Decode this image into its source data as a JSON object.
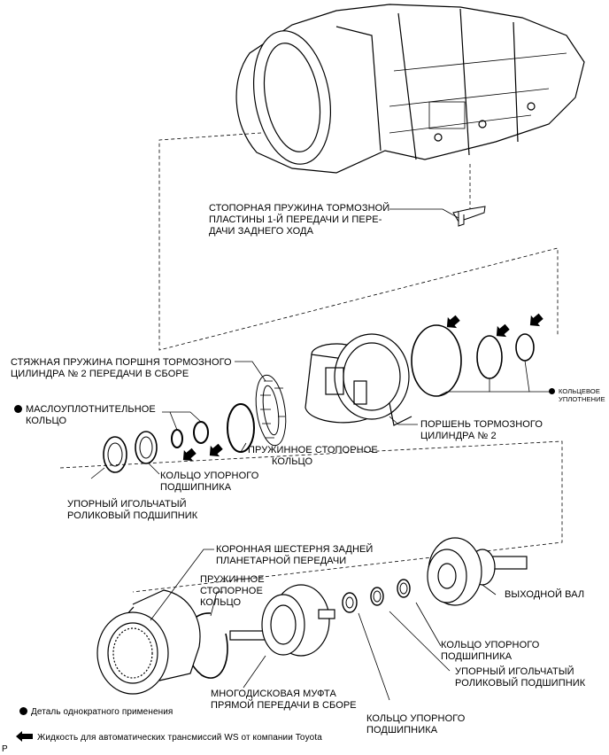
{
  "labels": {
    "snap_ring_brake": [
      "СТОПОРНАЯ ПРУЖИНА ТОРМОЗНОЙ",
      "ПЛАСТИНЫ 1-Й ПЕРЕДАЧИ И ПЕРЕ-",
      "ДАЧИ ЗАДНЕГО ХОДА"
    ],
    "return_spring": [
      "СТЯЖНАЯ ПРУЖИНА ПОРШНЯ ТОРМОЗНОГО",
      "ЦИЛИНДРА № 2 ПЕРЕДАЧИ В СБОРЕ"
    ],
    "oil_seal": [
      "МАСЛОУПЛОТНИТЕЛЬНОЕ",
      "КОЛЬЦО"
    ],
    "o_ring": [
      "КОЛЬЦЕВОЕ",
      "УПЛОТНЕНИЕ"
    ],
    "brake_piston": [
      "ПОРШЕНЬ ТОРМОЗНОГО",
      "ЦИЛИНДРА № 2"
    ],
    "snap_ring_1": [
      "ПРУЖИННОЕ СТОПОРНОЕ",
      "КОЛЬЦО"
    ],
    "thrust_race_1": [
      "КОЛЬЦО УПОРНОГО",
      "ПОДШИПНИКА"
    ],
    "needle_bearing_1": [
      "УПОРНЫЙ ИГОЛЬЧАТЫЙ",
      "РОЛИКОВЫЙ ПОДШИПНИК"
    ],
    "ring_gear": [
      "КОРОННАЯ ШЕСТЕРНЯ ЗАДНЕЙ",
      "ПЛАНЕТАРНОЙ ПЕРЕДАЧИ"
    ],
    "snap_ring_2": [
      "ПРУЖИННОЕ",
      "СТОПОРНОЕ",
      "КОЛЬЦО"
    ],
    "output_shaft": [
      "ВЫХОДНОЙ ВАЛ"
    ],
    "thrust_race_2": [
      "КОЛЬЦО УПОРНОГО",
      "ПОДШИПНИКА"
    ],
    "needle_bearing_2": [
      "УПОРНЫЙ ИГОЛЬЧАТЫЙ",
      "РОЛИКОВЫЙ ПОДШИПНИК"
    ],
    "direct_clutch": [
      "МНОГОДИСКОВАЯ МУФТА",
      "ПРЯМОЙ ПЕРЕДАЧИ В СБОРЕ"
    ],
    "thrust_race_3": [
      "КОЛЬЦО УПОРНОГО",
      "ПОДШИПНИКА"
    ]
  },
  "legend": {
    "non_reusable": "Деталь однократного применения",
    "fluid": "Жидкость для автоматических трансмиссий WS от компании Toyota"
  },
  "figure_code": "P"
}
